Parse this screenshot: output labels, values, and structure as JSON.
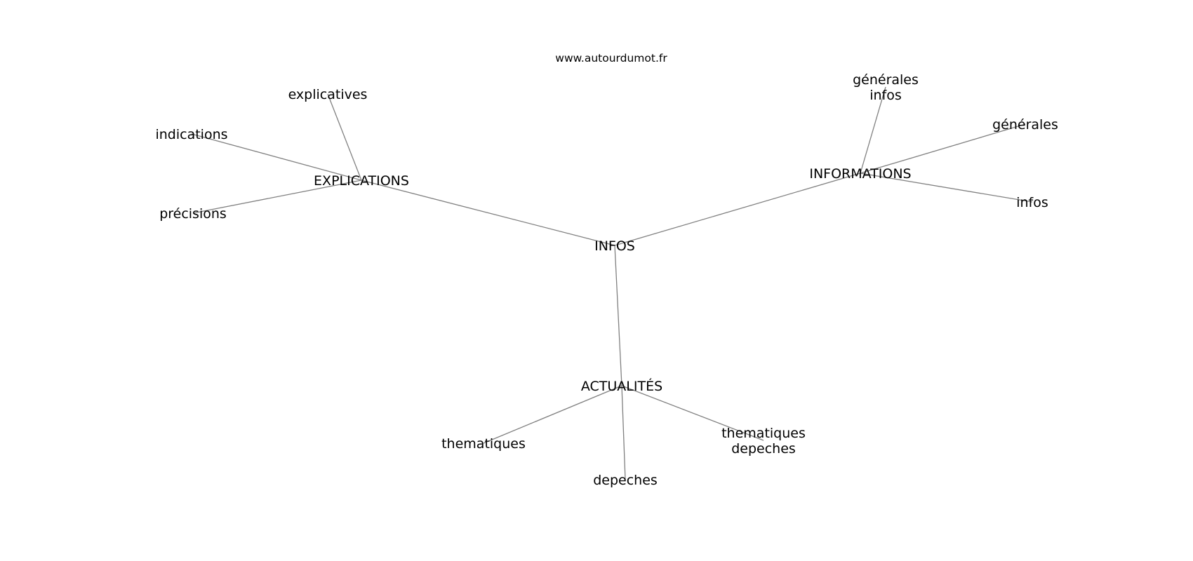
{
  "source": "www.autourdumot.fr",
  "colors": {
    "background": "#ffffff",
    "edge": "#808080",
    "text": "#000000"
  },
  "nodes": {
    "infos_center": {
      "lines": [
        "INFOS"
      ]
    },
    "explications": {
      "lines": [
        "EXPLICATIONS"
      ]
    },
    "informations": {
      "lines": [
        "INFORMATIONS"
      ]
    },
    "actualites": {
      "lines": [
        "ACTUALITÉS"
      ]
    },
    "explicatives": {
      "lines": [
        "explicatives"
      ]
    },
    "indications": {
      "lines": [
        "indications"
      ]
    },
    "precisions": {
      "lines": [
        "précisions"
      ]
    },
    "generales_infos": {
      "lines": [
        "générales",
        "infos"
      ]
    },
    "generales": {
      "lines": [
        "générales"
      ]
    },
    "infos_leaf": {
      "lines": [
        "infos"
      ]
    },
    "thematiques": {
      "lines": [
        "thematiques"
      ]
    },
    "depeches": {
      "lines": [
        "depeches"
      ]
    },
    "thematiques_depeches": {
      "lines": [
        "thematiques",
        "depeches"
      ]
    }
  },
  "edges": [
    [
      "infos_center",
      "explications"
    ],
    [
      "infos_center",
      "informations"
    ],
    [
      "infos_center",
      "actualites"
    ],
    [
      "explications",
      "explicatives"
    ],
    [
      "explications",
      "indications"
    ],
    [
      "explications",
      "precisions"
    ],
    [
      "informations",
      "generales_infos"
    ],
    [
      "informations",
      "generales"
    ],
    [
      "informations",
      "infos_leaf"
    ],
    [
      "actualites",
      "thematiques"
    ],
    [
      "actualites",
      "depeches"
    ],
    [
      "actualites",
      "thematiques_depeches"
    ]
  ]
}
